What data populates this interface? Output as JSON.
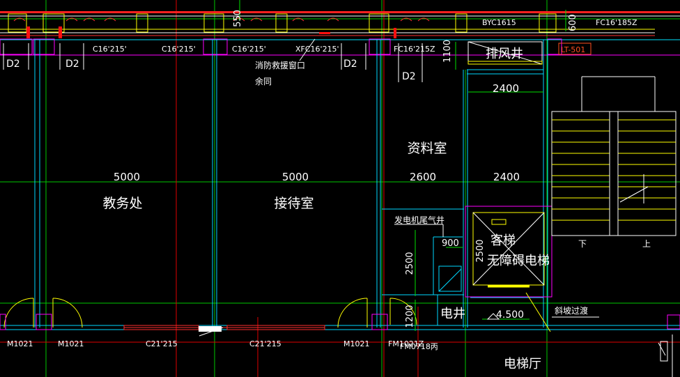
{
  "drawing": {
    "rooms": {
      "jiaowu": "教务处",
      "jiedai": "接待室",
      "ziliao": "资料室",
      "paifeng": "排风井",
      "keti": "客梯",
      "wuzhangai": "无障碍电梯",
      "dianjing": "电井",
      "diantiting": "电梯厅",
      "fadianji": "发电机尾气井",
      "xiebo": "斜坡过渡"
    },
    "stair": {
      "down": "下",
      "up": "上"
    },
    "dims": {
      "d5000a": "5000",
      "d5000b": "5000",
      "d2600": "2600",
      "d2400mid": "2400",
      "d2400top": "2400",
      "d550": "550",
      "d600": "600",
      "d1100": "1100",
      "d900": "900",
      "d2500a": "2500",
      "d2500b": "2500",
      "d1200": "1200",
      "level": "4.500"
    },
    "window_tags": {
      "c1": "C16'215'",
      "c2": "C16'215'",
      "c3": "C16'215'",
      "xfc": "XFC16'215'",
      "fc": "FC16'215Z",
      "byc": "BYC1615",
      "fc185": "FC16'185Z",
      "lt": "LT-501"
    },
    "notes": {
      "line1": "消防救援窗口",
      "line2": "余同"
    },
    "d2": [
      "D2",
      "D2",
      "D2",
      "D2"
    ],
    "bottom_tags": {
      "m1": "M1021",
      "m2": "M1021",
      "c21a": "C21'215",
      "c21b": "C21'215",
      "m3": "M1021",
      "fm1": "FM1021Z",
      "fm2": "FM0718丙"
    },
    "colors": {
      "background": "#000000",
      "axis": "#00e000",
      "wall": "#00e5ff",
      "text": "#ffffff",
      "door": "#ffff00",
      "accent": "#ff00ff",
      "red": "#ff2020"
    }
  }
}
